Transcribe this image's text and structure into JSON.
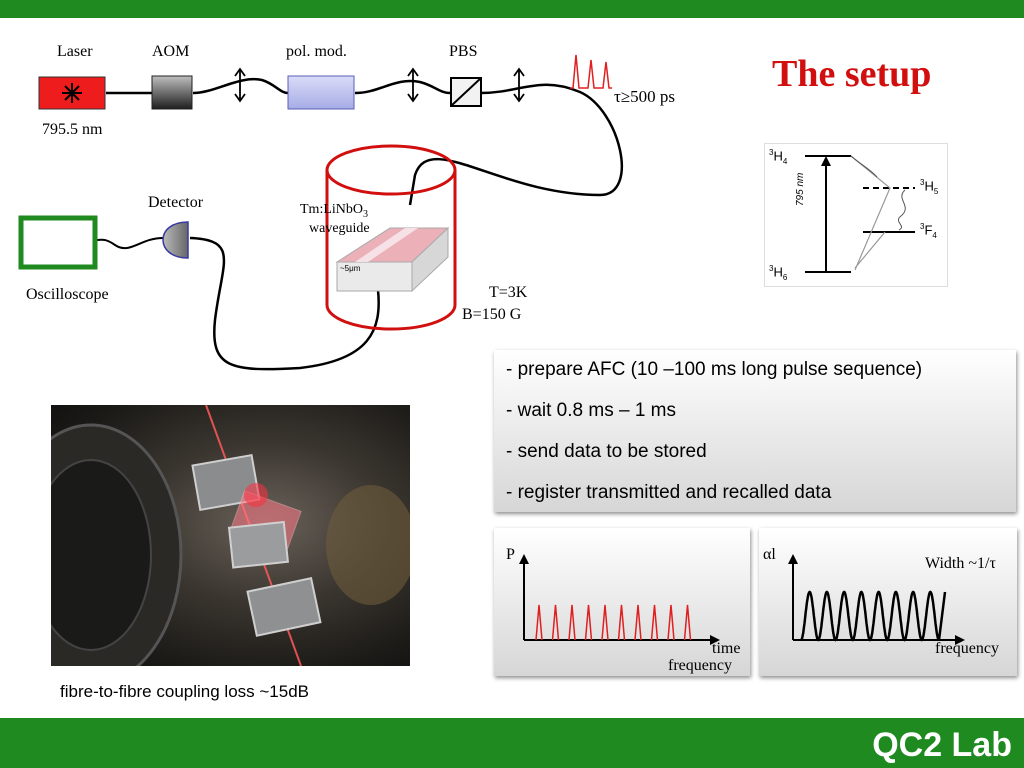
{
  "slide": {
    "title": "The setup",
    "brand": "QC2 Lab"
  },
  "setup": {
    "laser": "Laser",
    "wavelength": "795.5 nm",
    "aom": "AOM",
    "pol_mod": "pol. mod.",
    "pbs": "PBS",
    "tau": "τ≥500 ps",
    "detector": "Detector",
    "oscilloscope": "Oscilloscope",
    "waveguide_line1": "Tm:LiNbO",
    "waveguide_sub": "3",
    "waveguide_line2": "waveguide",
    "temperature": "T=3K",
    "field": "B=150 G",
    "wg_width": "~5μm"
  },
  "levels": {
    "h4": "H",
    "h4_sub": "4",
    "h5": "H",
    "h5_sub": "5",
    "f4": "F",
    "f4_sub": "4",
    "h6": "H",
    "h6_sub": "6",
    "sup": "3",
    "transition": "795 nm"
  },
  "steps": [
    "- prepare AFC (10 –100 ms long pulse sequence)",
    "- wait 0.8 ms – 1 ms",
    "- send data to be stored",
    "- register transmitted and recalled data"
  ],
  "plot_pulses": {
    "ylabel": "P",
    "xlabel1": "time",
    "xlabel2": "frequency",
    "pulse_count": 10,
    "color": "#e02020"
  },
  "plot_comb": {
    "ylabel": "αl",
    "note": "Width ~1/τ",
    "xlabel": "frequency",
    "peak_count": 8
  },
  "photo": {
    "caption": "fibre-to-fibre coupling loss ~15dB"
  },
  "colors": {
    "green": "#1f8a1f",
    "title_red": "#d10f0f",
    "laser_red": "#ee1c1c"
  }
}
